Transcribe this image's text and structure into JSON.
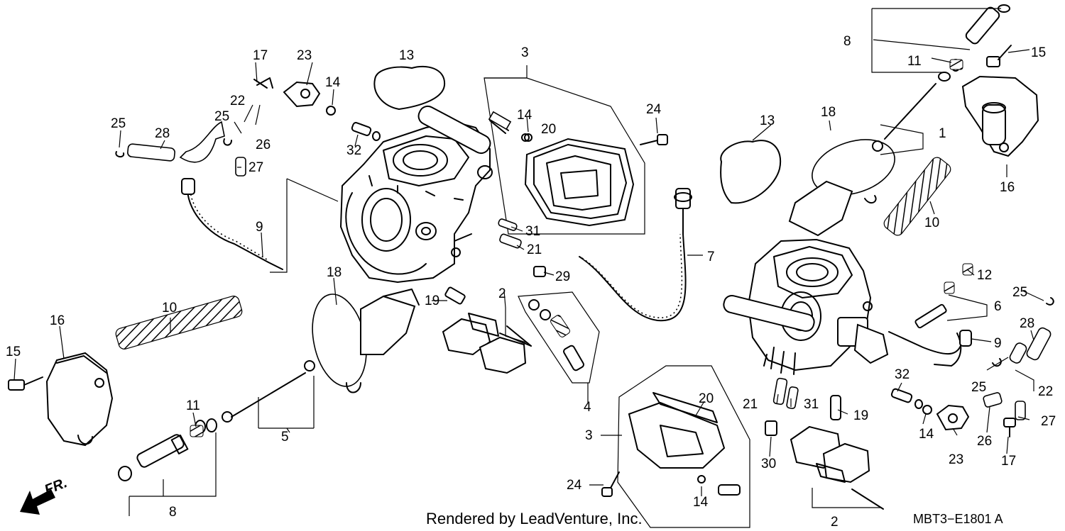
{
  "callouts": [
    {
      "id": "c-17-l",
      "label": "17"
    },
    {
      "id": "c-23-l",
      "label": "23"
    },
    {
      "id": "c-13-l",
      "label": "13"
    },
    {
      "id": "c-3-t",
      "label": "3"
    },
    {
      "id": "c-14-l",
      "label": "14"
    },
    {
      "id": "c-22-l",
      "label": "22"
    },
    {
      "id": "c-25-l",
      "label": "25"
    },
    {
      "id": "c-25-ll",
      "label": "25"
    },
    {
      "id": "c-28-l",
      "label": "28"
    },
    {
      "id": "c-26-l",
      "label": "26"
    },
    {
      "id": "c-32-l",
      "label": "32"
    },
    {
      "id": "c-27-l",
      "label": "27"
    },
    {
      "id": "c-14-t",
      "label": "14"
    },
    {
      "id": "c-20-t",
      "label": "20"
    },
    {
      "id": "c-24-t",
      "label": "24"
    },
    {
      "id": "c-9-l",
      "label": "9"
    },
    {
      "id": "c-31-c",
      "label": "31"
    },
    {
      "id": "c-21-c",
      "label": "21"
    },
    {
      "id": "c-29-c",
      "label": "29"
    },
    {
      "id": "c-18-l",
      "label": "18"
    },
    {
      "id": "c-10-l",
      "label": "10"
    },
    {
      "id": "c-16-l",
      "label": "16"
    },
    {
      "id": "c-15-l",
      "label": "15"
    },
    {
      "id": "c-19-c",
      "label": "19"
    },
    {
      "id": "c-2-c",
      "label": "2"
    },
    {
      "id": "c-11-l",
      "label": "11"
    },
    {
      "id": "c-5-l",
      "label": "5"
    },
    {
      "id": "c-4-c",
      "label": "4"
    },
    {
      "id": "c-8-l",
      "label": "8"
    },
    {
      "id": "c-7-c",
      "label": "7"
    },
    {
      "id": "c-8-r",
      "label": "8"
    },
    {
      "id": "c-11-r",
      "label": "11"
    },
    {
      "id": "c-15-r",
      "label": "15"
    },
    {
      "id": "c-13-r",
      "label": "13"
    },
    {
      "id": "c-18-r",
      "label": "18"
    },
    {
      "id": "c-1-r",
      "label": "1"
    },
    {
      "id": "c-16-r",
      "label": "16"
    },
    {
      "id": "c-10-r",
      "label": "10"
    },
    {
      "id": "c-12-r",
      "label": "12"
    },
    {
      "id": "c-6-r",
      "label": "6"
    },
    {
      "id": "c-25-r",
      "label": "25"
    },
    {
      "id": "c-28-r",
      "label": "28"
    },
    {
      "id": "c-9-r",
      "label": "9"
    },
    {
      "id": "c-25-r2",
      "label": "25"
    },
    {
      "id": "c-22-r",
      "label": "22"
    },
    {
      "id": "c-32-r",
      "label": "32"
    },
    {
      "id": "c-21-b",
      "label": "21"
    },
    {
      "id": "c-31-b",
      "label": "31"
    },
    {
      "id": "c-19-b",
      "label": "19"
    },
    {
      "id": "c-14-r",
      "label": "14"
    },
    {
      "id": "c-26-r",
      "label": "26"
    },
    {
      "id": "c-27-r",
      "label": "27"
    },
    {
      "id": "c-23-r",
      "label": "23"
    },
    {
      "id": "c-17-r",
      "label": "17"
    },
    {
      "id": "c-20-b",
      "label": "20"
    },
    {
      "id": "c-3-b",
      "label": "3"
    },
    {
      "id": "c-30-b",
      "label": "30"
    },
    {
      "id": "c-24-b",
      "label": "24"
    },
    {
      "id": "c-14-b",
      "label": "14"
    },
    {
      "id": "c-2-b",
      "label": "2"
    }
  ],
  "direction_marker": "FR.",
  "credit": "Rendered by LeadVenture, Inc.",
  "diagram_code": "MBT3−E1801 A"
}
